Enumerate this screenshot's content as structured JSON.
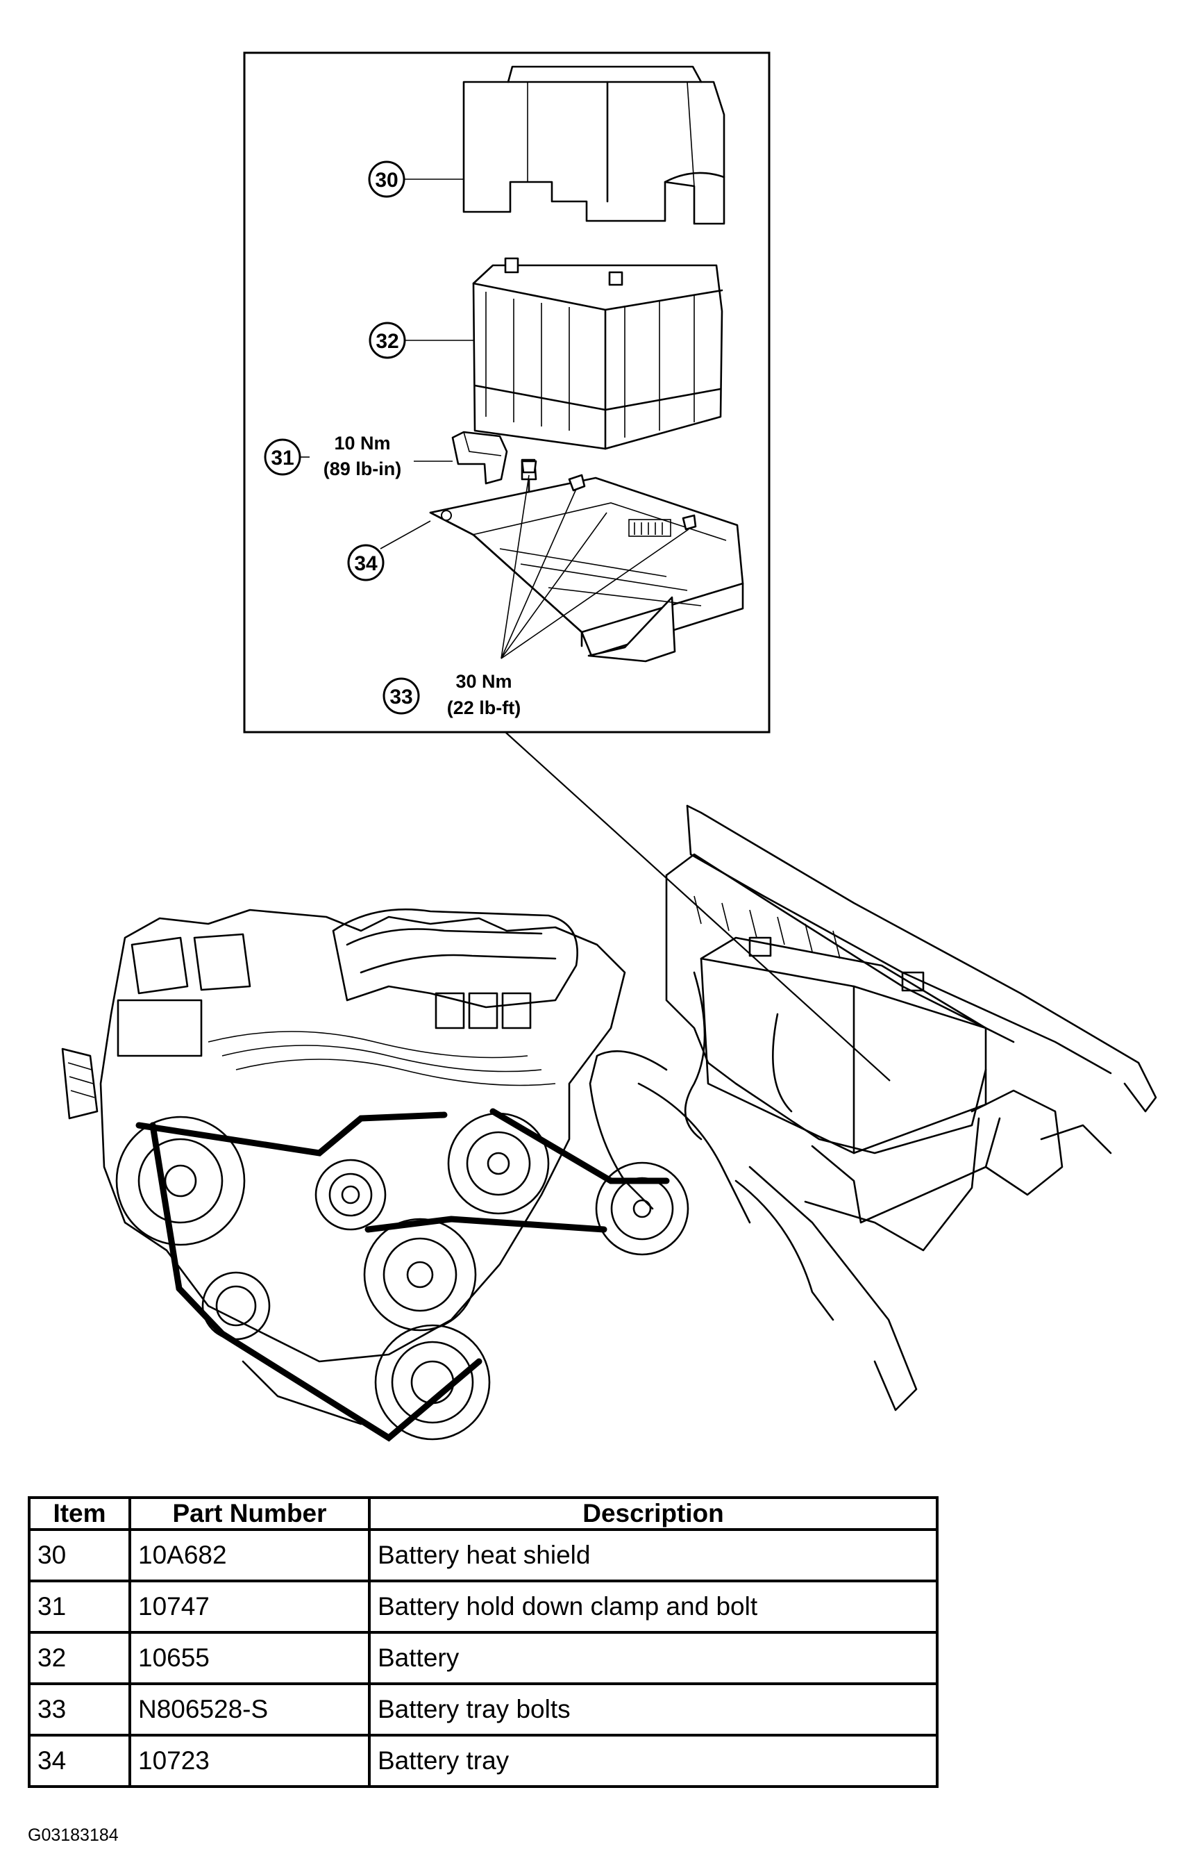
{
  "callouts": [
    {
      "item": "30"
    },
    {
      "item": "32"
    },
    {
      "item": "31",
      "torque_nm": "10 Nm",
      "torque_imperial": "(89 lb-in)"
    },
    {
      "item": "34"
    },
    {
      "item": "33",
      "torque_nm": "30 Nm",
      "torque_imperial": "(22 lb-ft)"
    }
  ],
  "table": {
    "headers": [
      "Item",
      "Part Number",
      "Description"
    ],
    "rows": [
      {
        "item": "30",
        "part_number": "10A682",
        "description": "Battery heat shield"
      },
      {
        "item": "31",
        "part_number": "10747",
        "description": "Battery hold down clamp and bolt"
      },
      {
        "item": "32",
        "part_number": "10655",
        "description": "Battery"
      },
      {
        "item": "33",
        "part_number": "N806528-S",
        "description": "Battery tray bolts"
      },
      {
        "item": "34",
        "part_number": "10723",
        "description": "Battery tray"
      }
    ]
  },
  "figure_id": "G03183184",
  "colors": {
    "ink": "#000000",
    "paper": "#ffffff"
  }
}
